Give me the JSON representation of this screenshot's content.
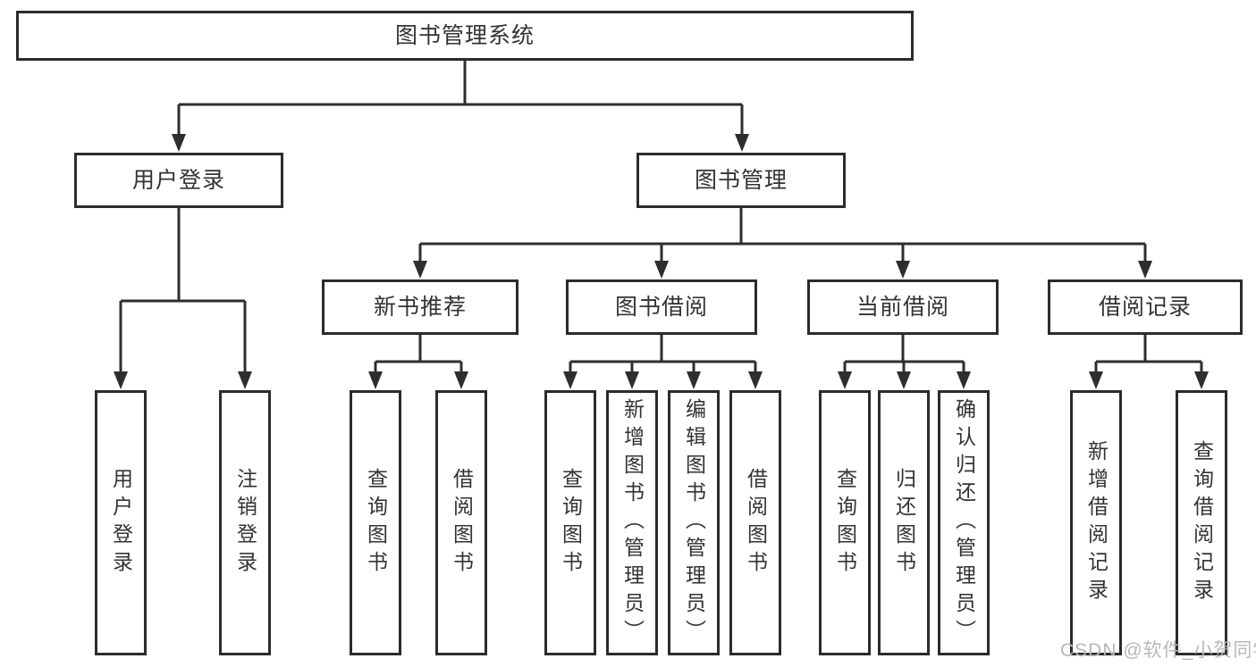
{
  "diagram": {
    "root": {
      "label": "图书管理系统"
    },
    "branches": [
      {
        "label": "用户登录",
        "children": [
          {
            "label": "用户登录"
          },
          {
            "label": "注销登录"
          }
        ]
      },
      {
        "label": "图书管理",
        "children": [
          {
            "label": "新书推荐",
            "children": [
              {
                "label": "查询图书"
              },
              {
                "label": "借阅图书"
              }
            ]
          },
          {
            "label": "图书借阅",
            "children": [
              {
                "label": "查询图书"
              },
              {
                "label": "新增图书（管理员）"
              },
              {
                "label": "编辑图书（管理员）"
              },
              {
                "label": "借阅图书"
              }
            ]
          },
          {
            "label": "当前借阅",
            "children": [
              {
                "label": "查询图书"
              },
              {
                "label": "归还图书"
              },
              {
                "label": "确认归还（管理员）"
              }
            ]
          },
          {
            "label": "借阅记录",
            "children": [
              {
                "label": "新增借阅记录"
              },
              {
                "label": "查询借阅记录"
              }
            ]
          }
        ]
      }
    ]
  },
  "watermark": {
    "text": "CSDN @软件_小贺同学"
  },
  "colors": {
    "line": "#2e2e2e",
    "border": "#2b2b2b",
    "text": "#333333",
    "watermark": "#b8b8b8",
    "background": "#ffffff"
  }
}
